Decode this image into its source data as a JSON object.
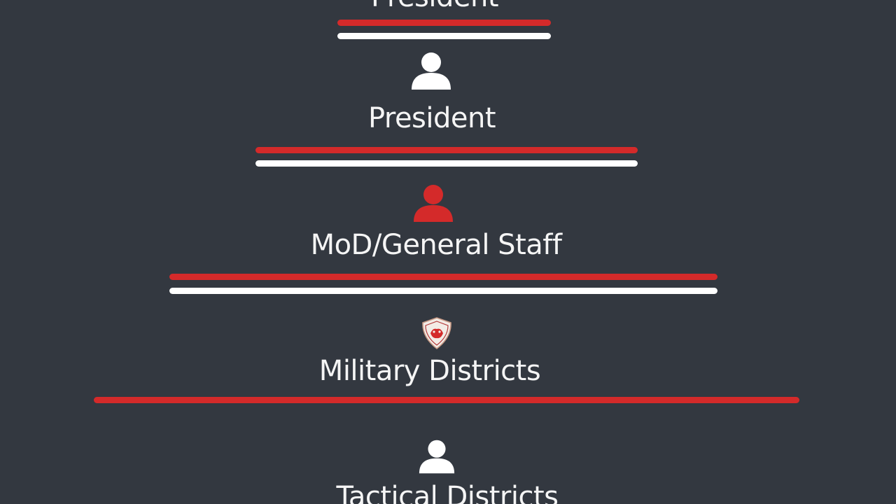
{
  "colors": {
    "background": "#333840",
    "accent_red": "#d42a2a",
    "line_white": "#ffffff",
    "text": "#f5f5f5"
  },
  "levels": [
    {
      "label": "President",
      "icon": "none"
    },
    {
      "label": "President",
      "icon": "person-icon-white"
    },
    {
      "label": "MoD/General Staff",
      "icon": "person-icon-red"
    },
    {
      "label": "Military Districts",
      "icon": "shield-emblem-icon"
    },
    {
      "label": "Tactical Districts",
      "icon": "person-icon-white"
    }
  ]
}
